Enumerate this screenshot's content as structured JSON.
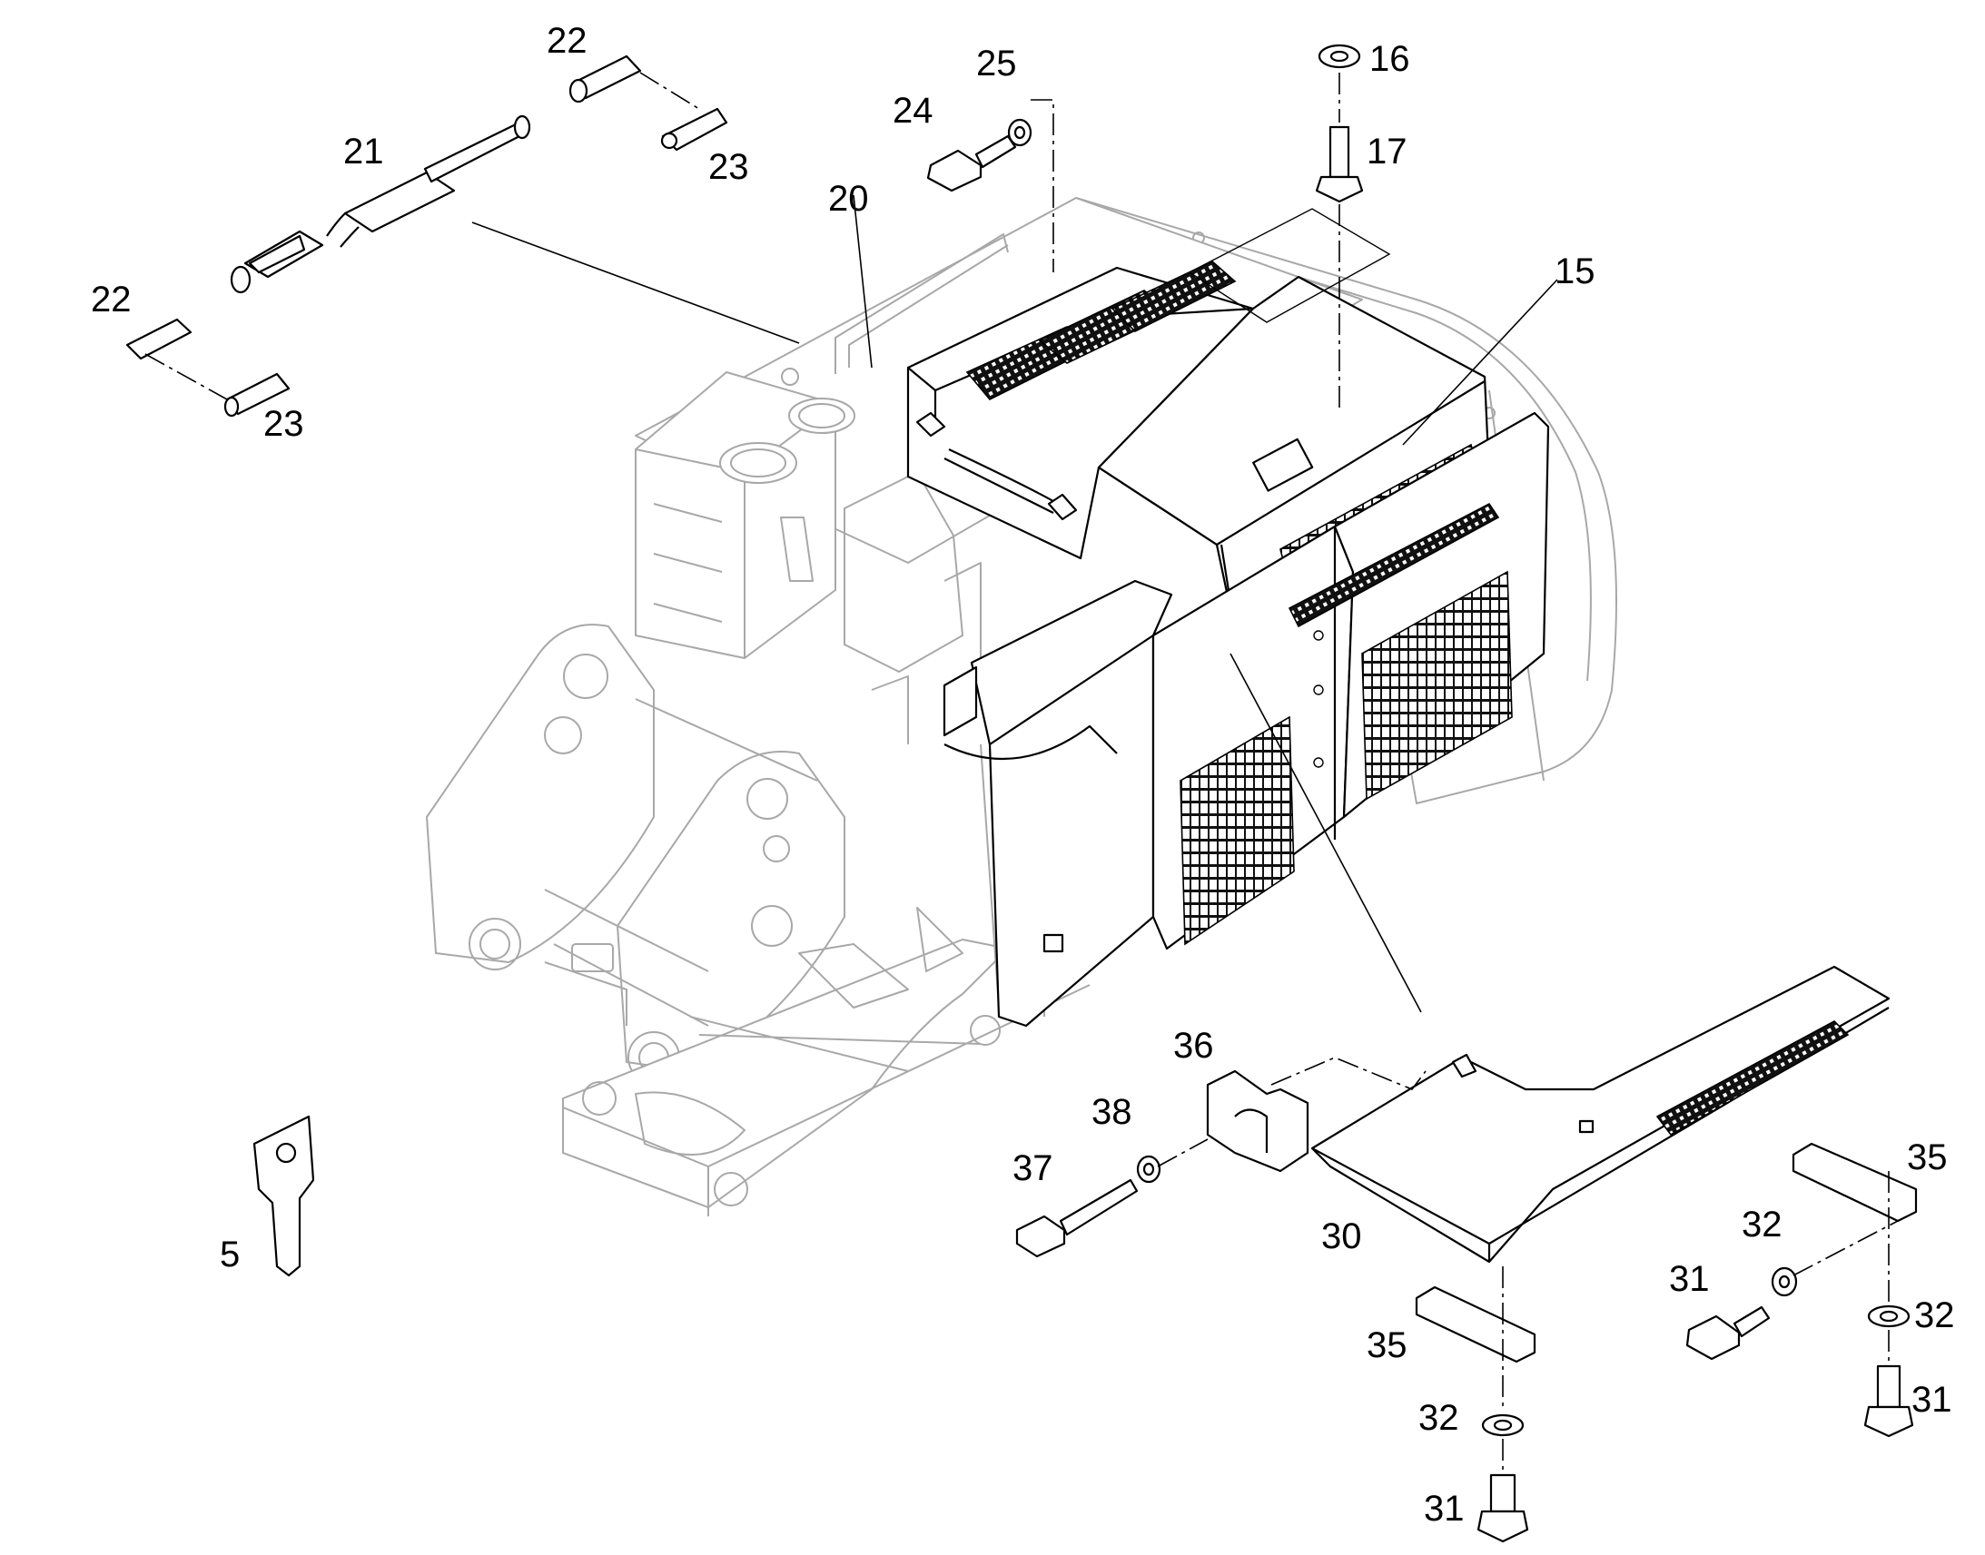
{
  "callouts": [
    {
      "id": "c16",
      "text": "16"
    },
    {
      "id": "c17",
      "text": "17"
    },
    {
      "id": "c15",
      "text": "15"
    },
    {
      "id": "c20",
      "text": "20"
    },
    {
      "id": "c21",
      "text": "21"
    },
    {
      "id": "c22a",
      "text": "22"
    },
    {
      "id": "c22b",
      "text": "22"
    },
    {
      "id": "c23a",
      "text": "23"
    },
    {
      "id": "c23b",
      "text": "23"
    },
    {
      "id": "c24",
      "text": "24"
    },
    {
      "id": "c25",
      "text": "25"
    },
    {
      "id": "c5",
      "text": "5"
    },
    {
      "id": "c30",
      "text": "30"
    },
    {
      "id": "c31a",
      "text": "31"
    },
    {
      "id": "c31b",
      "text": "31"
    },
    {
      "id": "c31c",
      "text": "31"
    },
    {
      "id": "c32a",
      "text": "32"
    },
    {
      "id": "c32b",
      "text": "32"
    },
    {
      "id": "c32c",
      "text": "32"
    },
    {
      "id": "c35a",
      "text": "35"
    },
    {
      "id": "c35b",
      "text": "35"
    },
    {
      "id": "c36",
      "text": "36"
    },
    {
      "id": "c37",
      "text": "37"
    },
    {
      "id": "c38",
      "text": "38"
    }
  ]
}
